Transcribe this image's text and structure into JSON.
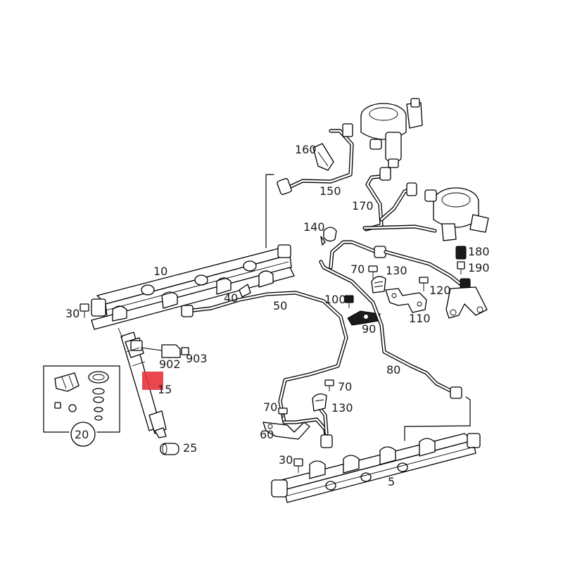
{
  "highlight_color": "#e8323c",
  "labels": {
    "l10": "10",
    "l30a": "30",
    "l40": "40",
    "l50": "50",
    "l160": "160",
    "l150": "150",
    "l170": "170",
    "l140": "140",
    "l180": "180",
    "l190": "190",
    "l70a": "70",
    "l130a": "130",
    "l120": "120",
    "l100": "100",
    "l110": "110",
    "l90": "90",
    "l80": "80",
    "l902": "902",
    "l903": "903",
    "l15": "15",
    "l20": "20",
    "l25": "25",
    "l70b": "70",
    "l130b": "130",
    "l70c": "70",
    "l60": "60",
    "l30b": "30",
    "l5": "5"
  }
}
